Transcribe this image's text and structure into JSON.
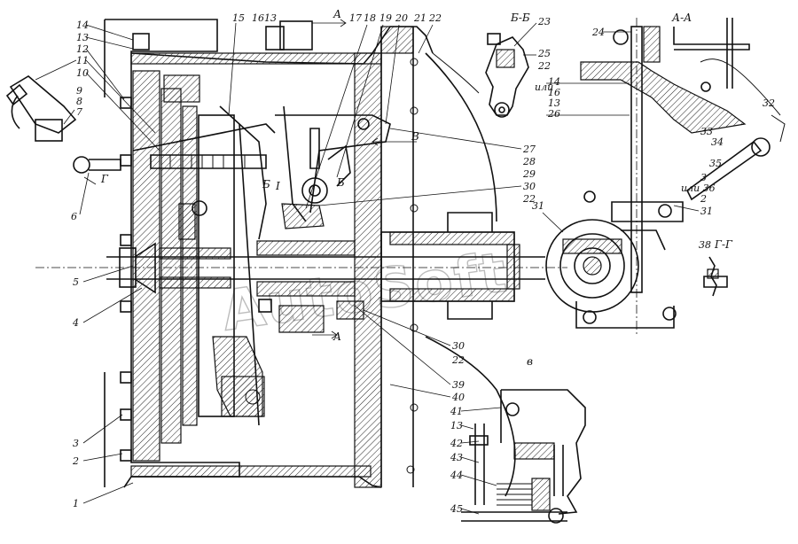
{
  "drawing": {
    "part_labels_left": [
      "14",
      "13",
      "12",
      "11",
      "10",
      "9",
      "8",
      "7",
      "6",
      "5",
      "4",
      "3",
      "2",
      "1"
    ],
    "part_labels_top": [
      "15",
      "16",
      "13",
      "17",
      "18",
      "19",
      "20",
      "21",
      "22"
    ],
    "part_labels_right_column": [
      "27",
      "28",
      "29",
      "30",
      "22",
      "30",
      "22",
      "39",
      "40"
    ],
    "part_labels_bb": [
      "23",
      "25",
      "22",
      "14",
      "16",
      "13",
      "26"
    ],
    "part_labels_aa": [
      "24",
      "32",
      "33",
      "34",
      "35",
      "3",
      "2",
      "31",
      "31"
    ],
    "part_labels_v": [
      "41",
      "13",
      "42",
      "43",
      "44",
      "45"
    ],
    "part_label_gg": "38",
    "or_label_1": "или",
    "or_label_2": "или 36",
    "section_a": "А",
    "section_aa": "А-А",
    "section_bb": "Б-Б",
    "section_b": "Б",
    "section_v": "В",
    "view_v_label": "в",
    "section_gg": "Г-Г",
    "section_g": "Г",
    "view_b_mark": "I",
    "watermark": "AutoSoft"
  }
}
